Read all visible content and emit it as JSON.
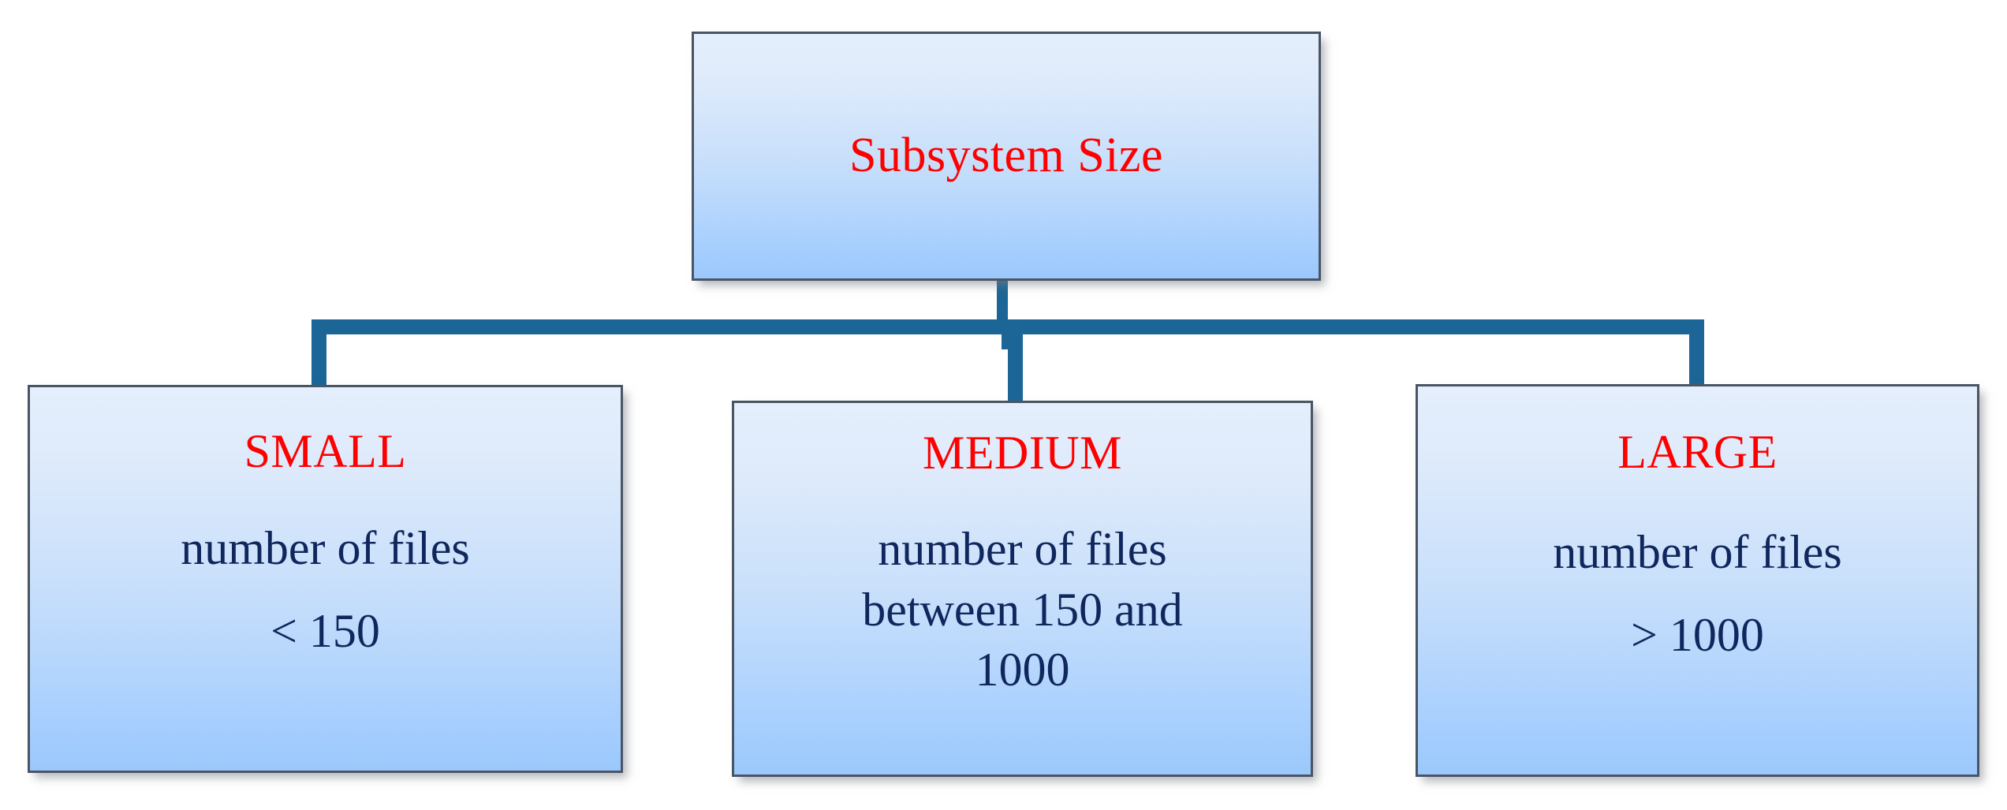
{
  "diagram": {
    "type": "tree",
    "orientation": "top-down",
    "root": {
      "id": "root",
      "label": "Subsystem Size",
      "label_color": "#fe0000"
    },
    "children": [
      {
        "id": "small",
        "title": "SMALL",
        "title_color": "#fe0000",
        "lines": [
          "number of files",
          "< 150"
        ],
        "body_color": "#10275e",
        "metric": "number of files",
        "range": {
          "operator": "<",
          "max": 150
        }
      },
      {
        "id": "medium",
        "title": "MEDIUM",
        "title_color": "#fe0000",
        "lines": [
          "number of files",
          "between 150 and",
          "1000"
        ],
        "body_color": "#10275e",
        "metric": "number of files",
        "range": {
          "operator": "between",
          "min": 150,
          "max": 1000
        }
      },
      {
        "id": "large",
        "title": "LARGE",
        "title_color": "#fe0000",
        "lines": [
          "number of files",
          "> 1000"
        ],
        "body_color": "#10275e",
        "metric": "number of files",
        "range": {
          "operator": ">",
          "min": 1000
        }
      }
    ],
    "colors": {
      "connector": "#1b6696",
      "box_border": "#4a5564",
      "box_fill_top": "#e4eefc",
      "box_fill_bottom": "#9bc8fc",
      "background": "#ffffff",
      "accent_red": "#fe0000",
      "accent_navy": "#10275e"
    }
  }
}
